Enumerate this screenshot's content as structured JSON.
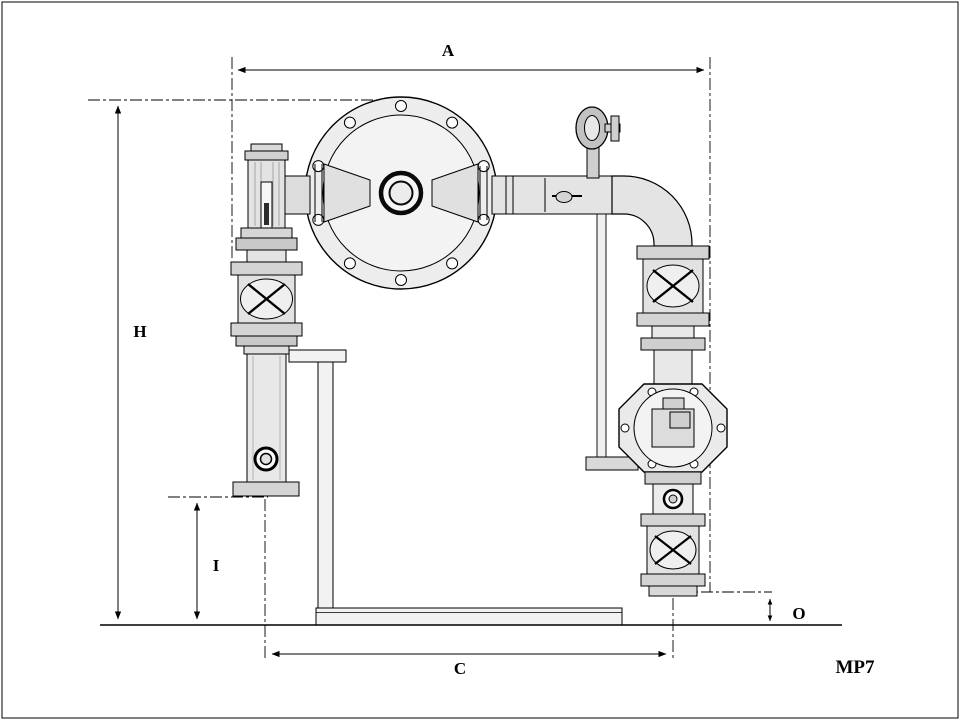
{
  "diagram": {
    "type": "pump-assembly-dimensional-drawing",
    "model_label": "MP7",
    "dimensions": {
      "a": "A",
      "h": "H",
      "i": "I",
      "c": "C",
      "o": "O"
    },
    "colors": {
      "line": "#000000",
      "background": "#ffffff",
      "metal_light": "#ededed",
      "metal_mid": "#d4d4d4",
      "metal_dark": "#c2c2c2"
    }
  }
}
